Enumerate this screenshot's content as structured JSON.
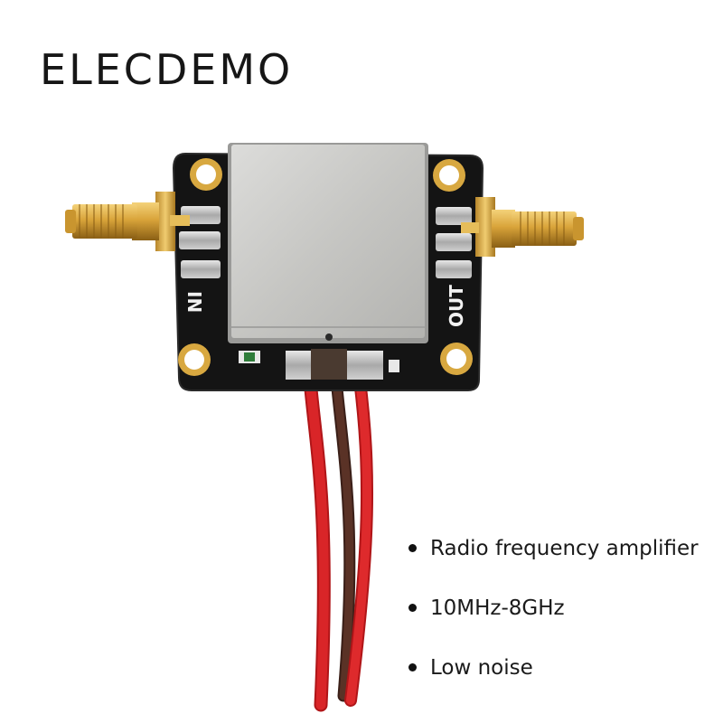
{
  "brand": {
    "name": "ELECDEMO"
  },
  "board": {
    "input_label": "IN",
    "output_label": "OUT",
    "pcb_color": "#141414",
    "shield_color": "#c9c9c6",
    "connector_color": "#d9a43a",
    "wire_red": "#d21f22",
    "wire_black": "#4a2a22"
  },
  "features": [
    {
      "text": "Radio frequency amplifier"
    },
    {
      "text": "10MHz-8GHz"
    },
    {
      "text": "Low noise"
    }
  ],
  "icons": [
    "bullet-dot",
    "sma-connector"
  ]
}
